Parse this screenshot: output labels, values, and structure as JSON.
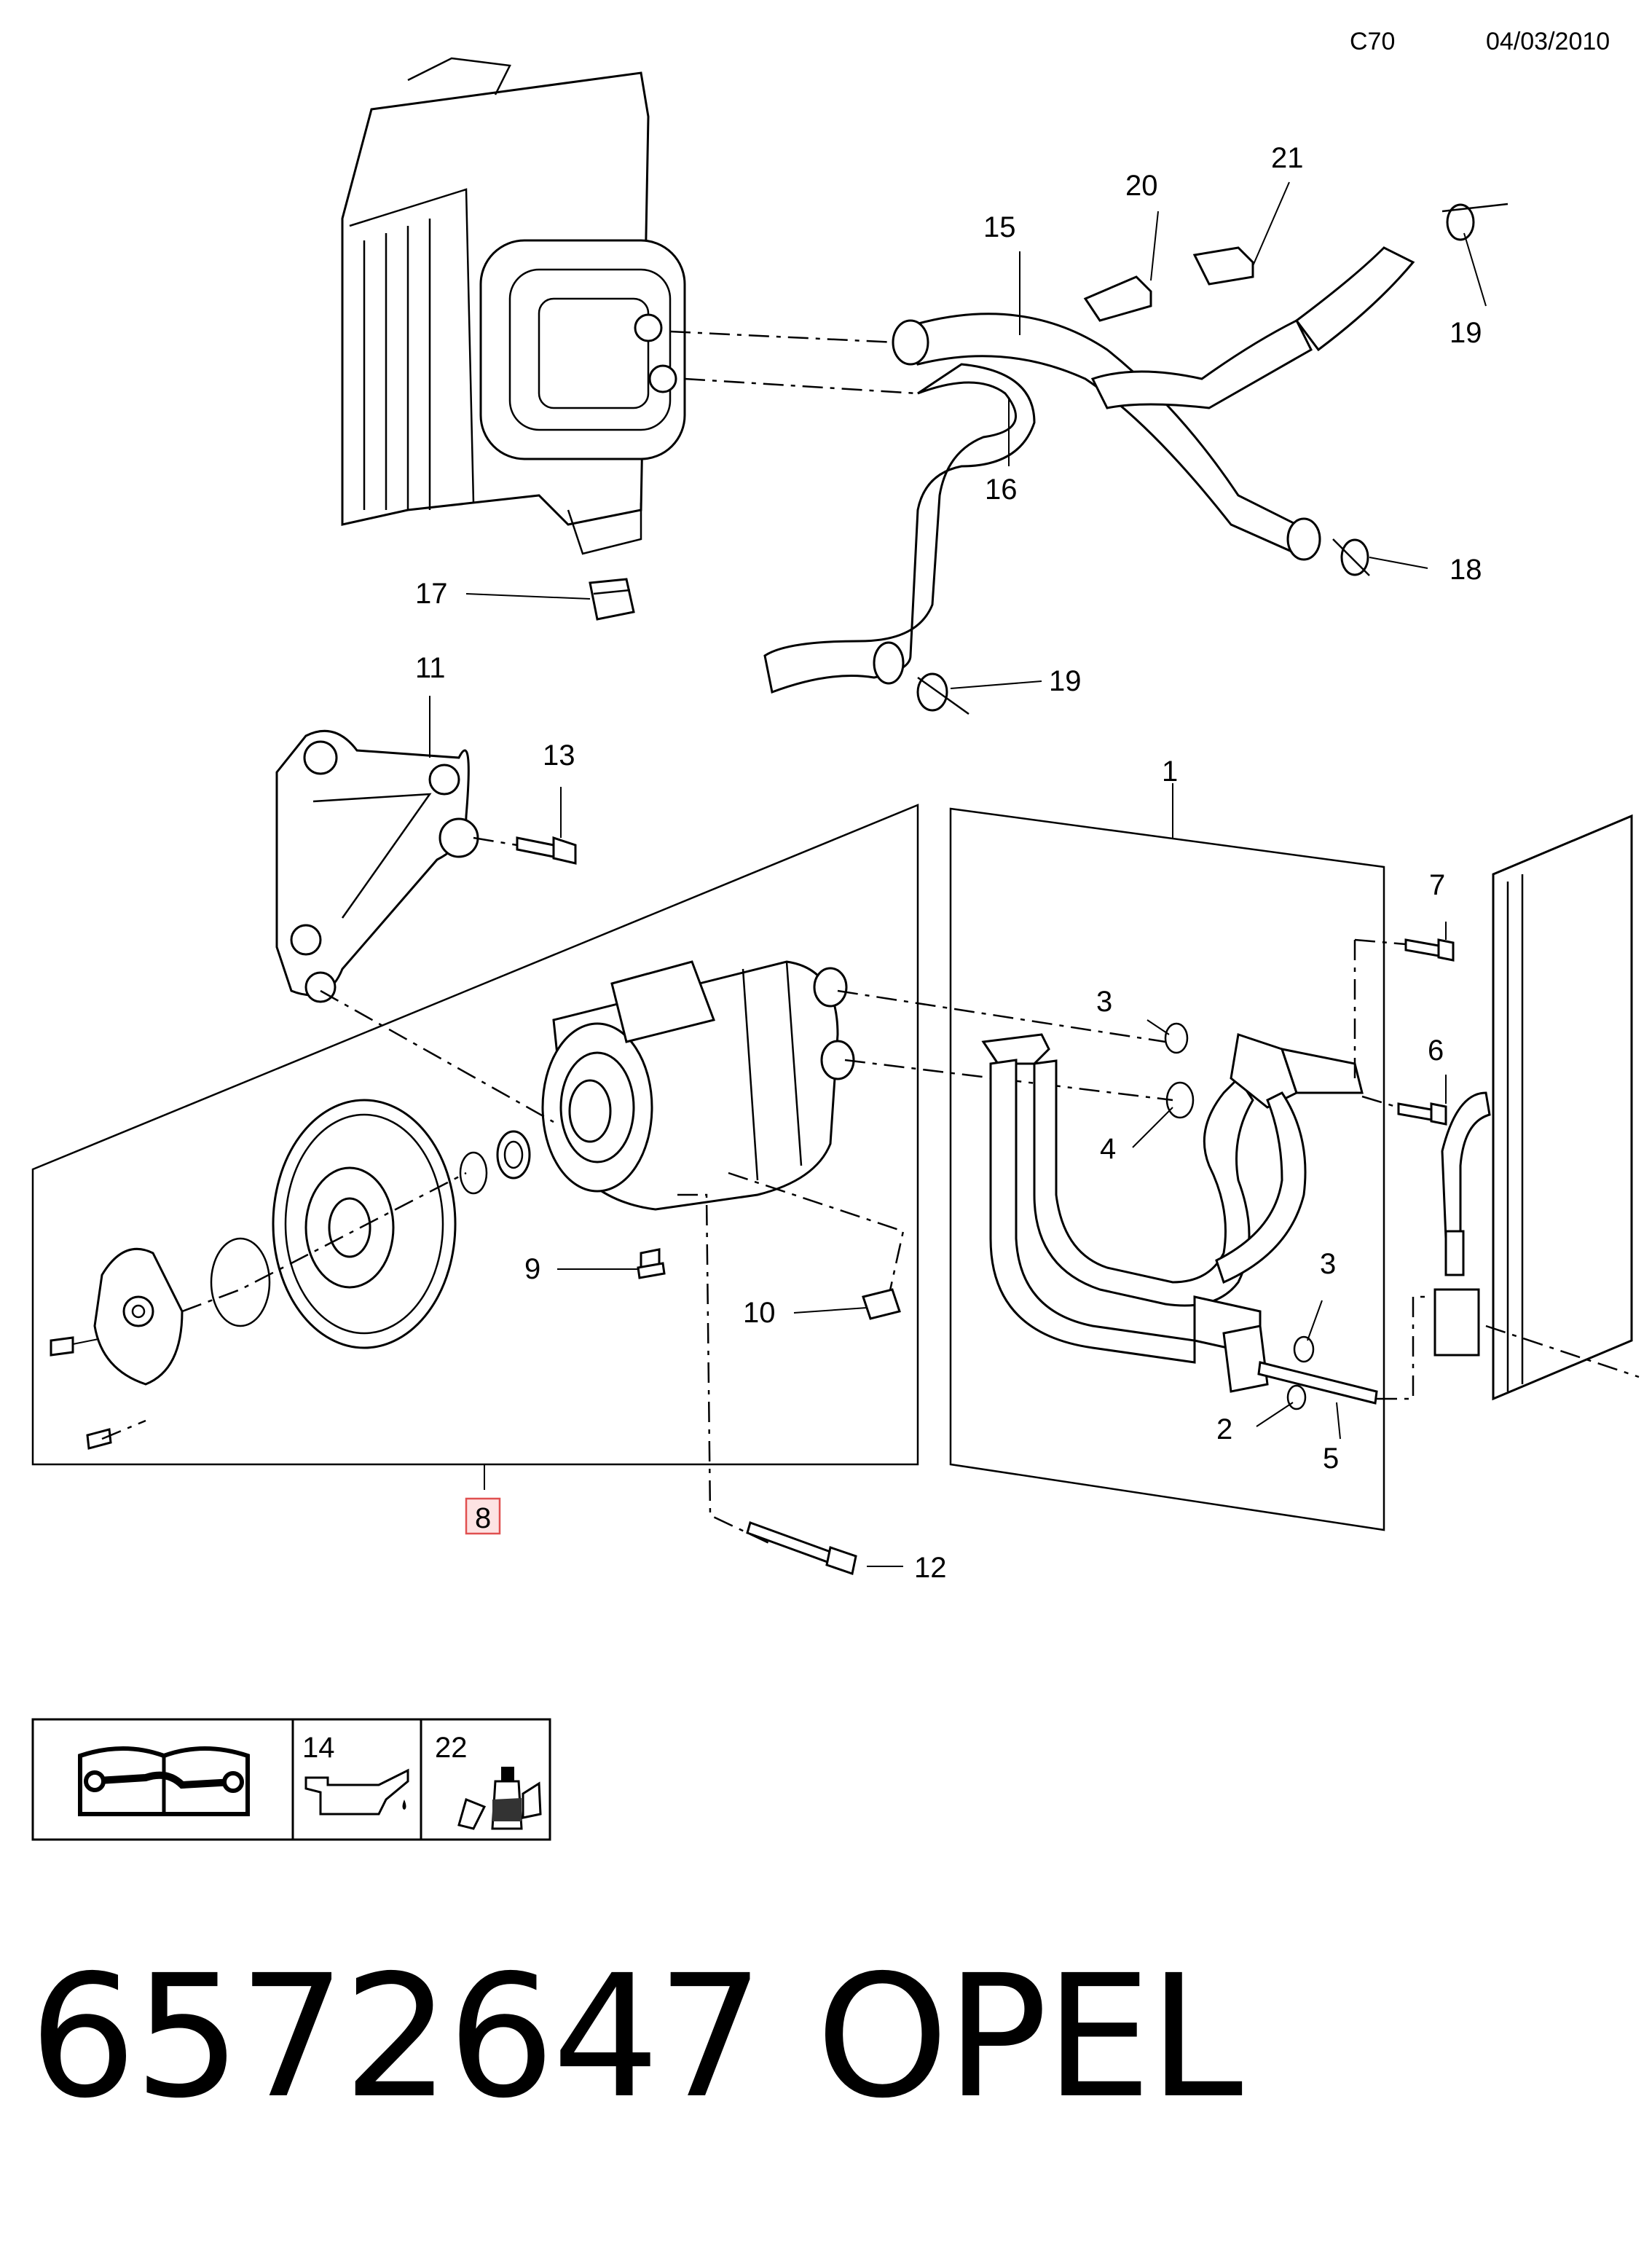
{
  "header": {
    "code": "C70",
    "date": "04/03/2010"
  },
  "callouts": {
    "c1": "1",
    "c2": "2",
    "c3a": "3",
    "c3b": "3",
    "c4": "4",
    "c5": "5",
    "c6": "6",
    "c7": "7",
    "c8": "8",
    "c9": "9",
    "c10": "10",
    "c11": "11",
    "c12": "12",
    "c13": "13",
    "c15": "15",
    "c16": "16",
    "c17": "17",
    "c18": "18",
    "c19a": "19",
    "c19b": "19",
    "c20": "20",
    "c21": "21"
  },
  "legend": {
    "book_icon": "repair-manual-icon",
    "oil": {
      "number": "14",
      "icon": "oil-can-icon"
    },
    "sealant": {
      "number": "22",
      "icon": "sealant-bottle-icon"
    }
  },
  "footer": {
    "part_number": "6572647",
    "brand": "OPEL"
  },
  "colors": {
    "highlight_fill": "#fde3e3",
    "highlight_border": "#e05050"
  }
}
